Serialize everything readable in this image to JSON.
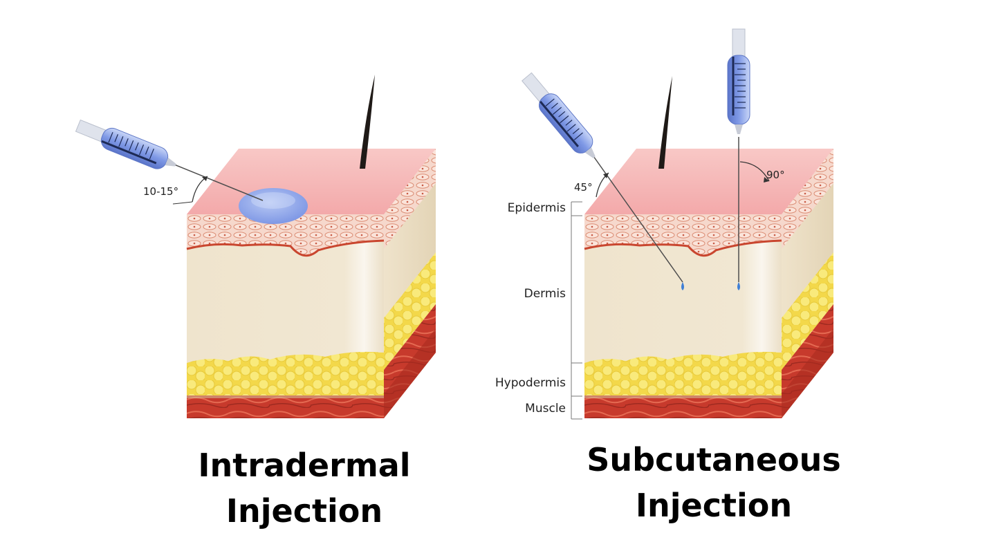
{
  "diagrams": [
    {
      "id": "intradermal",
      "caption_line1": "Intradermal",
      "caption_line2": "Injection",
      "angle_label": "10-15°"
    },
    {
      "id": "subcutaneous",
      "caption_line1": "Subcutaneous",
      "caption_line2": "Injection",
      "angle_labels": [
        "45°",
        "90°"
      ],
      "layer_labels": [
        "Epidermis",
        "Dermis",
        "Hypodermis",
        "Muscle"
      ]
    }
  ],
  "colors": {
    "skin_top": "#f5b8b8",
    "epidermis": "#f6d2c7",
    "dermis": "#efe3cc",
    "fat": "#f5e05a",
    "muscle": "#c8392d",
    "fluid": "#8fa8ec",
    "syringe": "#7f99e6"
  }
}
